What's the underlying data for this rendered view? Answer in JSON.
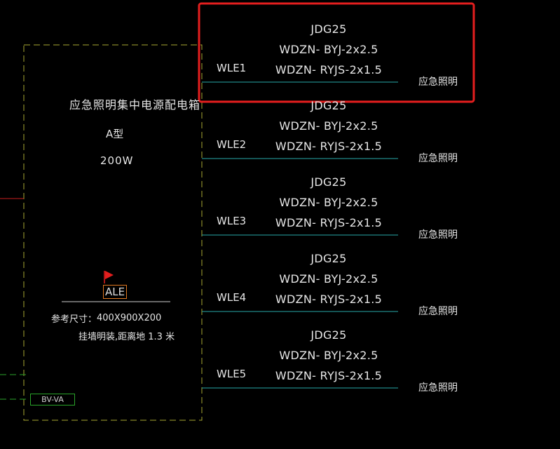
{
  "colors": {
    "background": "#000000",
    "text": "#e6e6e6",
    "circuit_line": "#28a8a8",
    "box_dash": "#a8a832",
    "highlight": "#e41e1e",
    "green_dash": "#2aa52a",
    "red_feed": "#c81e1e",
    "ale_border": "#e07820"
  },
  "panel": {
    "title": "应急照明集中电源配电箱",
    "type": "A型",
    "power": "200W",
    "label": "ALE",
    "size_label": "参考尺寸：",
    "size_value": "400X900X200",
    "mount": "挂墙明装,距离地 1.3 米",
    "feed_cable": "BV-VA"
  },
  "circuits": [
    {
      "id": "WLE1",
      "conduit": "JDG25",
      "cable1": "WDZN- BYJ-2x2.5",
      "cable2": "WDZN- RYJS-2x1.5",
      "load": "应急照明",
      "highlighted": true
    },
    {
      "id": "WLE2",
      "conduit": "JDG25",
      "cable1": "WDZN- BYJ-2x2.5",
      "cable2": "WDZN- RYJS-2x1.5",
      "load": "应急照明",
      "highlighted": false
    },
    {
      "id": "WLE3",
      "conduit": "JDG25",
      "cable1": "WDZN- BYJ-2x2.5",
      "cable2": "WDZN- RYJS-2x1.5",
      "load": "应急照明",
      "highlighted": false
    },
    {
      "id": "WLE4",
      "conduit": "JDG25",
      "cable1": "WDZN- BYJ-2x2.5",
      "cable2": "WDZN- RYJS-2x1.5",
      "load": "应急照明",
      "highlighted": false
    },
    {
      "id": "WLE5",
      "conduit": "JDG25",
      "cable1": "WDZN- BYJ-2x2.5",
      "cable2": "WDZN- RYJS-2x1.5",
      "load": "应急照明",
      "highlighted": false
    }
  ]
}
